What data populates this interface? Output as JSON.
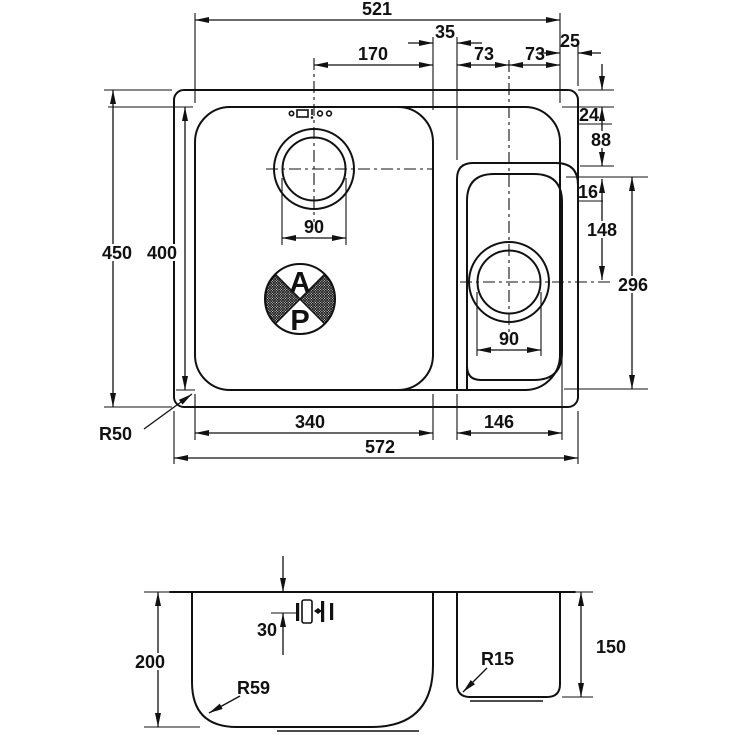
{
  "drawing": {
    "plan": {
      "cutout_width": "521",
      "divider_width": "35",
      "main_drain_offset": "170",
      "small_half_left": "73",
      "small_half_right": "73",
      "right_edge_gap": "25",
      "rim_width": "24",
      "small_bowl_drop": "88",
      "small_bowl_lip": "16",
      "small_drain_down": "148",
      "small_bowl_inner_depth": "296",
      "overall_depth": "450",
      "bowl_depth": "400",
      "main_drain_dia": "90",
      "small_drain_dia": "90",
      "corner_radius": "R50",
      "main_bowl_width": "340",
      "small_bowl_width": "146",
      "overall_width": "572"
    },
    "section": {
      "tap_inset": "30",
      "main_depth": "200",
      "main_bottom_radius": "R59",
      "small_bottom_radius": "R15",
      "small_depth": "150"
    },
    "logo": {
      "letter_top": "A",
      "letter_bottom": "P"
    },
    "colors": {
      "line": "#111111",
      "background": "#ffffff"
    }
  }
}
